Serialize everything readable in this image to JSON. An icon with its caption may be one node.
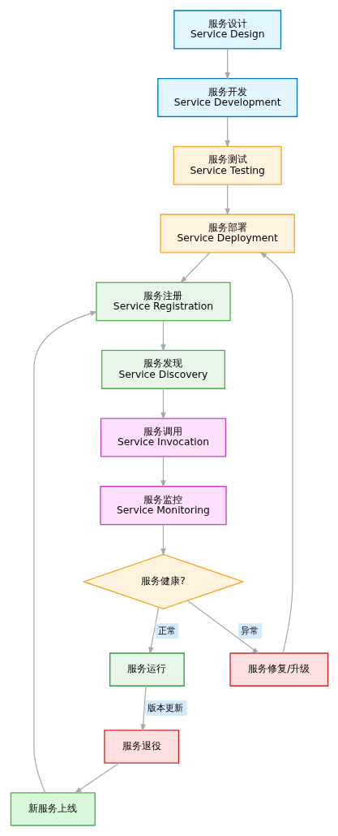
{
  "diagram": {
    "nodes": [
      {
        "text": [
          "服务设计",
          "Service Design"
        ]
      },
      {
        "text": [
          "服务开发",
          "Service Development"
        ]
      },
      {
        "text": [
          "服务测试",
          "Service Testing"
        ]
      },
      {
        "text": [
          "服务部署",
          "Service Deployment"
        ]
      },
      {
        "text": [
          "服务注册",
          "Service Registration"
        ]
      },
      {
        "text": [
          "服务发现",
          "Service Discovery"
        ]
      },
      {
        "text": [
          "服务调用",
          "Service Invocation"
        ]
      },
      {
        "text": [
          "服务监控",
          "Service Monitoring"
        ]
      },
      {
        "text": [
          "服务健康?"
        ]
      },
      {
        "text": [
          "服务运行"
        ]
      },
      {
        "text": [
          "服务修复/升级"
        ]
      },
      {
        "text": [
          "服务退役"
        ]
      },
      {
        "text": [
          "新服务上线"
        ]
      }
    ],
    "edges": [
      {
        "from": 0,
        "to": 1,
        "arrow": "to"
      },
      {
        "from": 1,
        "to": 2,
        "arrow": "to"
      },
      {
        "from": 2,
        "to": 3,
        "arrow": "to"
      },
      {
        "from": 3,
        "to": 4,
        "arrow": "to"
      },
      {
        "from": 4,
        "to": 5,
        "arrow": "to"
      },
      {
        "from": 5,
        "to": 6,
        "arrow": "to"
      },
      {
        "from": 6,
        "to": 7,
        "arrow": "to"
      },
      {
        "from": 7,
        "to": 8,
        "arrow": "to"
      },
      {
        "from": 8,
        "to": 9,
        "arrow": "to",
        "label": "正常"
      },
      {
        "from": 8,
        "to": 10,
        "arrow": "to",
        "label": "异常"
      },
      {
        "from": 10,
        "to": 3,
        "arrow": "to"
      },
      {
        "from": 9,
        "to": 11,
        "arrow": "to",
        "label": "版本更新"
      },
      {
        "from": 11,
        "to": 12,
        "arrow": "to"
      },
      {
        "from": 12,
        "to": 4,
        "arrow": "to"
      }
    ]
  }
}
